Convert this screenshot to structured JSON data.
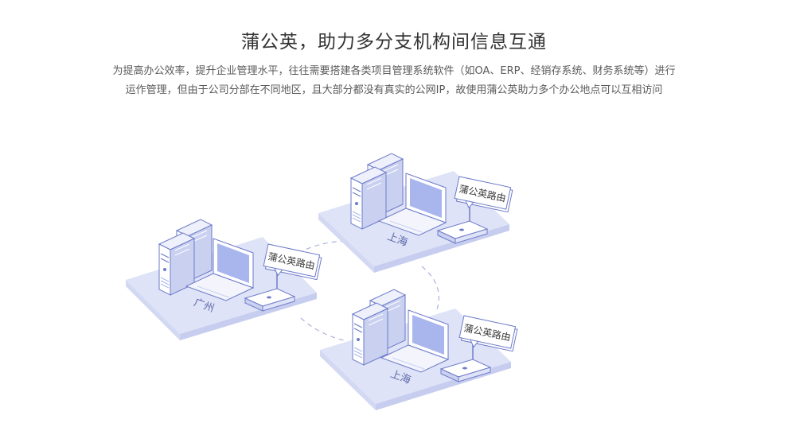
{
  "header": {
    "title": "蒲公英，助力多分支机构间信息互通",
    "description_line1": "为提高办公效率，提升企业管理水平，往往需要搭建各类项目管理系统软件（如OA、ERP、经销存系统、财务系统等）进行",
    "description_line2": "运作管理，但由于公司分部在不同地区，且大部分都没有真实的公网IP，故使用蒲公英助力多个办公地点可以互相访问"
  },
  "sites": [
    {
      "name": "上海",
      "router_label": "蒲公英路由"
    },
    {
      "name": "广州",
      "router_label": "蒲公英路由"
    },
    {
      "name": "上海",
      "router_label": "蒲公英路由"
    }
  ],
  "colors": {
    "platform": "#dfe3f7",
    "platform_edge": "#c7cdef",
    "device_face": "#ffffff",
    "device_side": "#c9d0f0",
    "screen": "#a9b6ee",
    "outline": "#6d7bc9",
    "dashed_link": "#a9b3de"
  }
}
